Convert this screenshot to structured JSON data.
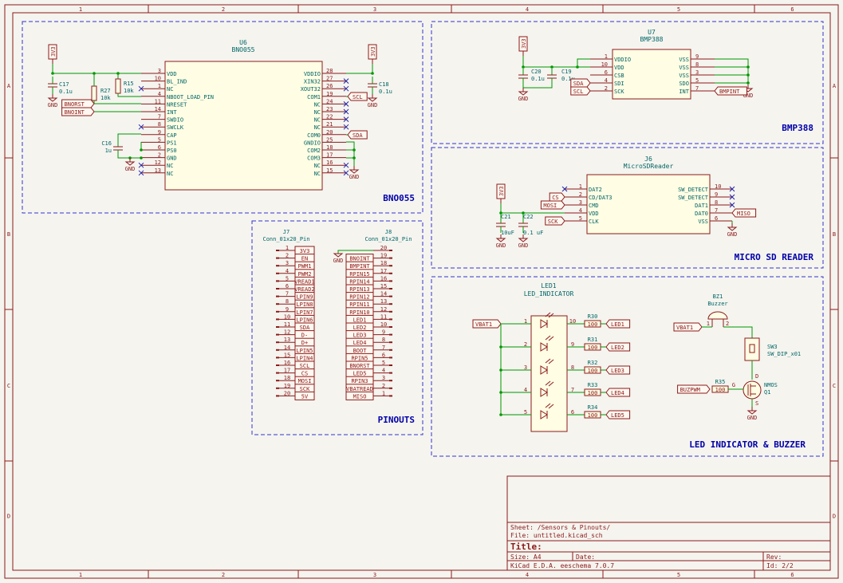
{
  "sections": {
    "bno": "BNO055",
    "bmp": "BMP388",
    "sd": "MICRO SD READER",
    "pin": "PINOUTS",
    "led": "LED INDICATOR & BUZZER"
  },
  "u6": {
    "ref": "U6",
    "val": "BNO055",
    "left": [
      [
        "VDD",
        "3"
      ],
      [
        "BL_IND",
        "10"
      ],
      [
        "NC",
        "1"
      ],
      [
        "NBOOT_LOAD_PIN",
        "4"
      ],
      [
        "NRESET",
        "11"
      ],
      [
        "INT",
        "14"
      ],
      [
        "SWDIO",
        "7"
      ],
      [
        "SWCLK",
        "8"
      ],
      [
        "CAP",
        "9"
      ],
      [
        "PS1",
        "5"
      ],
      [
        "PS0",
        "6"
      ],
      [
        "GND",
        "2"
      ],
      [
        "NC",
        "12"
      ],
      [
        "NC",
        "13"
      ]
    ],
    "right": [
      [
        "VDDIO",
        "28"
      ],
      [
        "XIN32",
        "27"
      ],
      [
        "XOUT32",
        "26"
      ],
      [
        "COM1",
        "19"
      ],
      [
        "NC",
        "24"
      ],
      [
        "NC",
        "23"
      ],
      [
        "NC",
        "22"
      ],
      [
        "NC",
        "21"
      ],
      [
        "COM0",
        "20"
      ],
      [
        "GNDIO",
        "25"
      ],
      [
        "COM2",
        "18"
      ],
      [
        "COM3",
        "17"
      ],
      [
        "NC",
        "16"
      ],
      [
        "NC",
        "15"
      ]
    ]
  },
  "u7": {
    "ref": "U7",
    "val": "BMP388",
    "left": [
      [
        "VDDIO",
        "1"
      ],
      [
        "VDD",
        "10"
      ],
      [
        "CSB",
        "6"
      ],
      [
        "SDI",
        "4"
      ],
      [
        "SCK",
        "2"
      ]
    ],
    "right": [
      [
        "VSS",
        "9"
      ],
      [
        "VSS",
        "8"
      ],
      [
        "VSS",
        "3"
      ],
      [
        "SDO",
        "5"
      ],
      [
        "INT",
        "7"
      ]
    ]
  },
  "j6": {
    "ref": "J6",
    "val": "MicroSDReader",
    "left": [
      [
        "DAT2",
        "1"
      ],
      [
        "CD/DAT3",
        "2"
      ],
      [
        "CMD",
        "3"
      ],
      [
        "VDD",
        "4"
      ],
      [
        "CLK",
        "5"
      ]
    ],
    "right": [
      [
        "SW_DETECT",
        "10"
      ],
      [
        "SW_DETECT",
        "9"
      ],
      [
        "DAT1",
        "8"
      ],
      [
        "DAT0",
        "7"
      ],
      [
        "VSS",
        "6"
      ]
    ]
  },
  "j7": {
    "ref": "J7",
    "val": "Conn_01x20_Pin",
    "labels": [
      "3V3",
      "EN",
      "PWM1",
      "PWM2",
      "VREAD1",
      "VREAD2",
      "LPIN9",
      "LPIN8",
      "LPIN7",
      "LPIN6",
      "SDA",
      "D-",
      "D+",
      "LPIN5",
      "LPIN4",
      "SCL",
      "CS",
      "MOSI",
      "SCK",
      "5V"
    ]
  },
  "j8": {
    "ref": "J8",
    "val": "Conn_01x20_Pin",
    "labels": [
      "",
      "BNOINT",
      "BMPINT",
      "RPIN15",
      "RPIN14",
      "RPIN13",
      "RPIN12",
      "RPIN11",
      "RPIN10",
      "LED1",
      "LED2",
      "LED3",
      "LED4",
      "BOOT",
      "RPIN5",
      "BNORST",
      "LED5",
      "RPIN3",
      "VBATREAD",
      "MISO"
    ]
  },
  "parts": {
    "c17": [
      "C17",
      "0.1u"
    ],
    "c18": [
      "C18",
      "0.1u"
    ],
    "c16": [
      "C16",
      "1u"
    ],
    "r27": [
      "R27",
      "10k"
    ],
    "r15": [
      "R15",
      "10k"
    ],
    "c20": [
      "C20",
      "0.1u"
    ],
    "c19": [
      "C19",
      "0.1u"
    ],
    "c21": [
      "C21",
      "10uF"
    ],
    "c22": [
      "C22",
      "0.1 uF"
    ],
    "led1": [
      "LED1",
      "LED_INDICATOR"
    ],
    "bz1": [
      "BZ1",
      "Buzzer"
    ],
    "sw3": [
      "SW3",
      "SW_DIP_x01"
    ],
    "q1": [
      "NMOS",
      "Q1"
    ],
    "r35": [
      "R35",
      "100"
    ]
  },
  "resistors": [
    [
      "R30",
      "100",
      "LED1"
    ],
    [
      "R31",
      "100",
      "LED2"
    ],
    [
      "R32",
      "100",
      "LED3"
    ],
    [
      "R33",
      "100",
      "LED4"
    ],
    [
      "R34",
      "100",
      "LED5"
    ]
  ],
  "led_pins": [
    [
      "1",
      "10"
    ],
    [
      "2",
      "9"
    ],
    [
      "3",
      "8"
    ],
    [
      "4",
      "7"
    ],
    [
      "5",
      "6"
    ]
  ],
  "nets": {
    "v33": "3V3",
    "gnd": "GND",
    "bnorst": "BNORST",
    "bnoint": "BNOINT",
    "scl": "SCL",
    "sda": "SDA",
    "bmpint": "BMPINT",
    "cs": "CS",
    "mosi": "MOSI",
    "sck": "SCK",
    "miso": "MISO",
    "vbat": "VBAT1",
    "buzpwm": "BUZPWM",
    "q1g": "G",
    "q1s": "S",
    "q1d": "D",
    "bz1": "1",
    "bz2": "2"
  },
  "title_block": {
    "sheet": "Sheet: /Sensors & Pinouts/",
    "file": "File: untitled.kicad_sch",
    "title": "Title:",
    "size": "Size: A4",
    "date": "Date:",
    "rev": "Rev:",
    "tool": "KiCad E.D.A.  eeschema 7.0.7",
    "id": "Id: 2/2"
  },
  "grid": {
    "cols": [
      "1",
      "2",
      "3",
      "4",
      "5",
      "6"
    ],
    "rows": [
      "A",
      "B",
      "C",
      "D"
    ]
  }
}
